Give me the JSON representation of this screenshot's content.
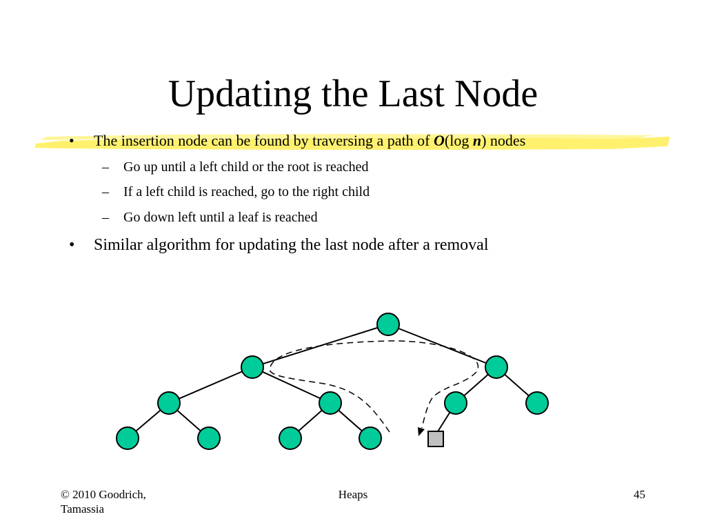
{
  "slide": {
    "title": "Updating the Last Node",
    "bullets": [
      {
        "mark": "•",
        "pre": "The insertion node can be found by traversing a path of ",
        "bigo": "O",
        "open": "(log ",
        "n": "n",
        "close": ") nodes"
      },
      {
        "mark": "•",
        "text": "Similar algorithm for updating the last node after a removal"
      }
    ],
    "sub_bullets": [
      {
        "mark": "–",
        "text": "Go up until a left child or the root is reached"
      },
      {
        "mark": "–",
        "text": "If a left child is reached, go to the right child"
      },
      {
        "mark": "–",
        "text": "Go down left until a leaf is reached"
      }
    ]
  },
  "colors": {
    "node_fill": "#00cc99",
    "leaf_square_fill": "#c0c0c0",
    "highlight": "#ffee55"
  },
  "footer": {
    "copyright_line1": "© 2010 Goodrich,",
    "copyright_line2": "Tamassia",
    "center": "Heaps",
    "page_number": "45"
  }
}
